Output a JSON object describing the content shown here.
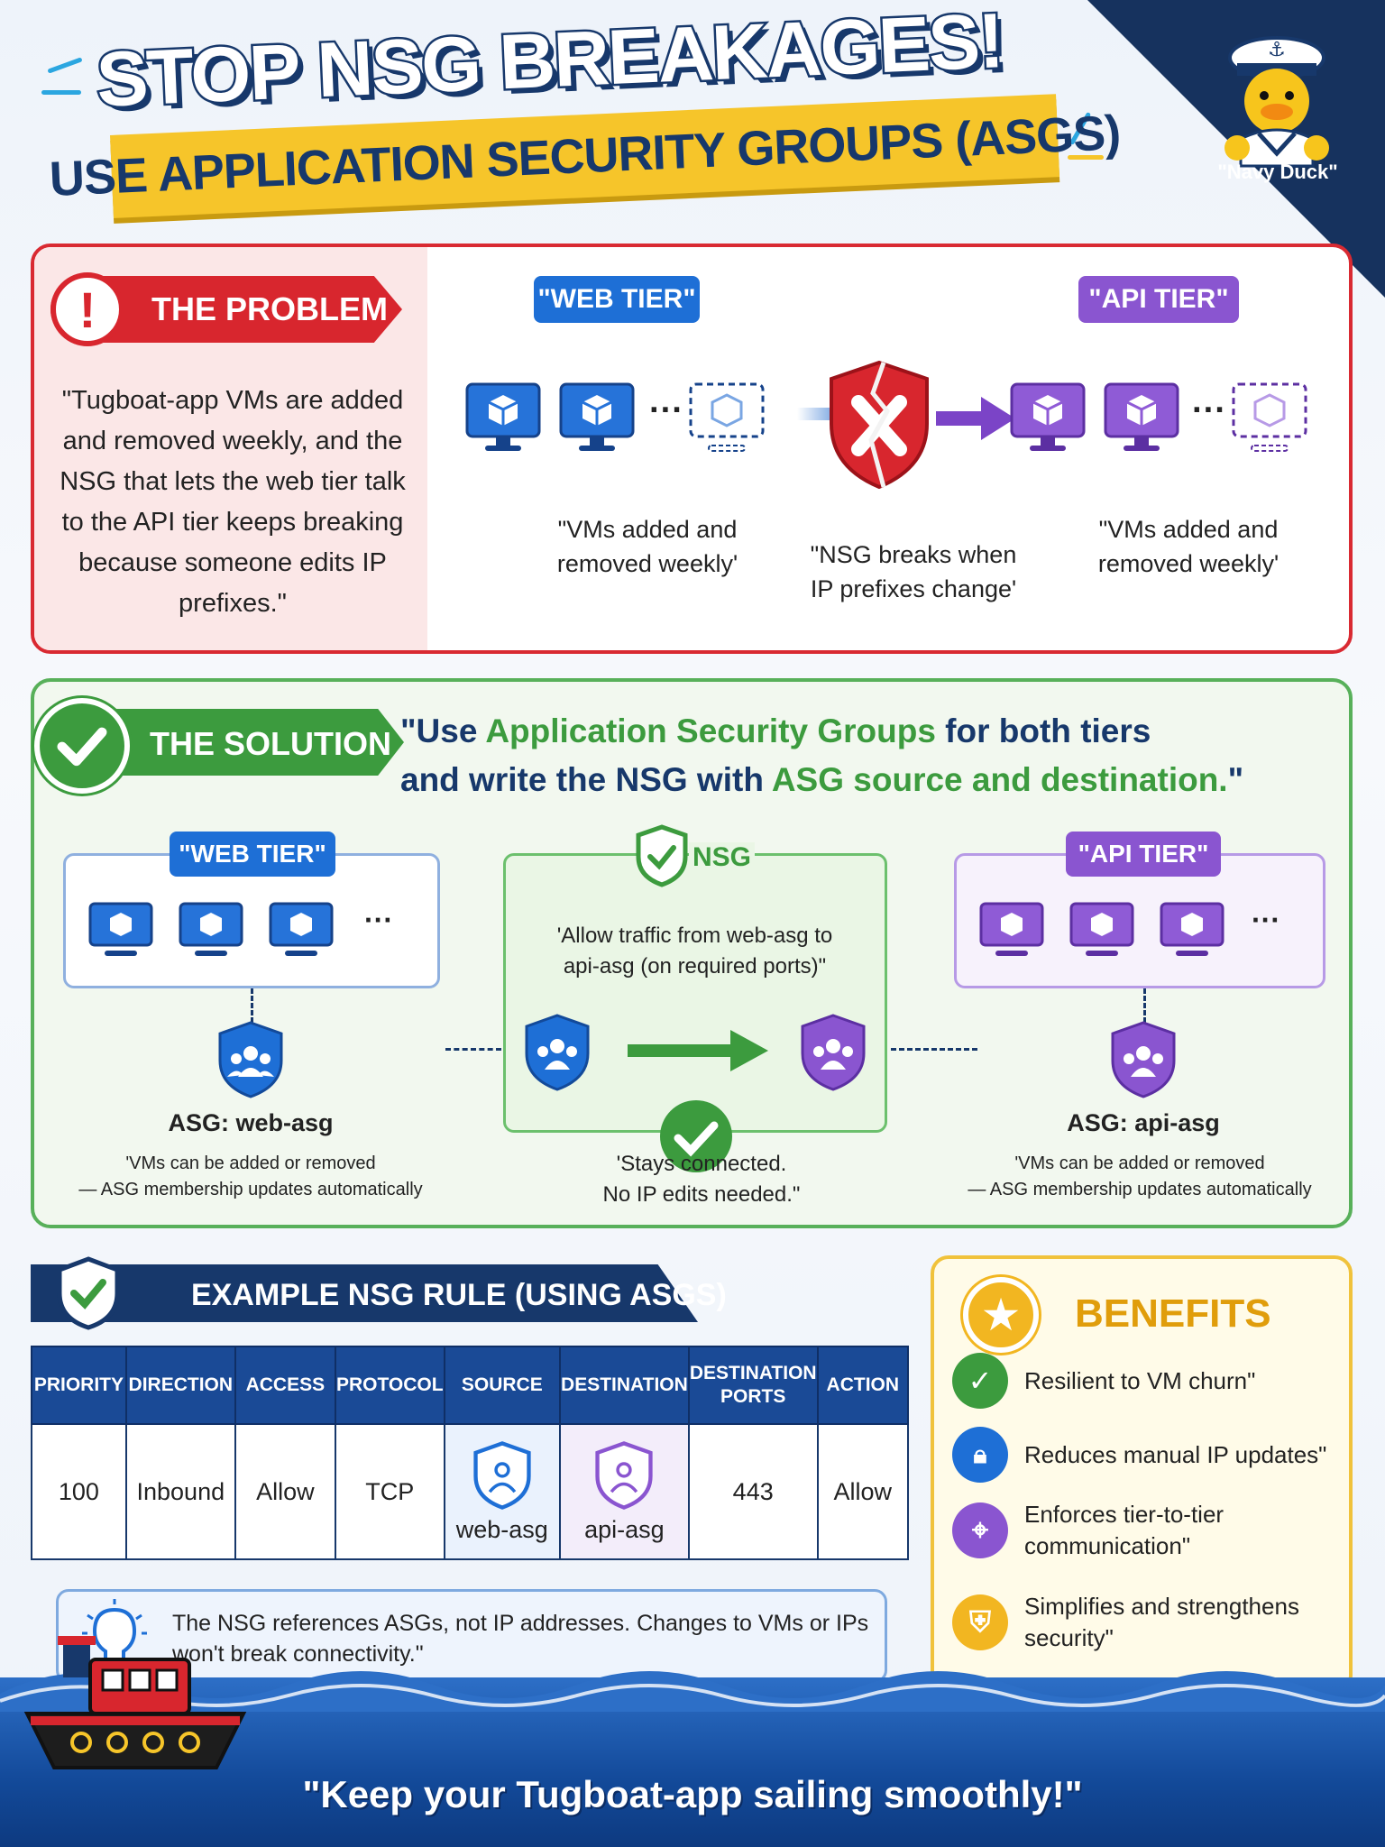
{
  "header": {
    "title": "STOP NSG BREAKAGES!",
    "subtitle": "USE APPLICATION SECURITY GROUPS (ASGS)",
    "mascot_name": "\"Navy Duck\""
  },
  "problem": {
    "label": "THE PROBLEM",
    "quote": "\"Tugboat-app VMs are added and removed weekly, and the NSG that lets the web tier talk to the API tier keeps breaking because someone edits IP prefixes.\"",
    "web_tier": "\"WEB TIER\"",
    "api_tier": "\"API TIER\"",
    "web_caption": "\"VMs added and removed weekly'",
    "nsg_caption": "\"NSG breaks when IP prefixes change'",
    "api_caption": "\"VMs added and removed weekly'"
  },
  "solution": {
    "label": "THE SOLUTION",
    "quote_p1": "\"Use ",
    "quote_g1": "Application Security Groups",
    "quote_p2": " for both tiers",
    "quote_p3": "and write the NSG with ",
    "quote_g2": "ASG source and destination.",
    "quote_p4": "\"",
    "web_tier": "\"WEB TIER\"",
    "api_tier": "\"API TIER\"",
    "web_asg": "ASG: web-asg",
    "api_asg": "ASG: api-asg",
    "asg_note_1": "'VMs can be added or removed",
    "asg_note_2": "— ASG membership updates automatically",
    "nsg_label": "NSG",
    "nsg_text": "'Allow traffic from web-asg to api-asg (on required ports)\"",
    "stays_1": "'Stays connected.",
    "stays_2": "No IP edits needed.\""
  },
  "rule": {
    "title": "EXAMPLE NSG RULE (USING ASGS)",
    "headers": [
      "PRIORITY",
      "DIRECTION",
      "ACCESS",
      "PROTOCOL",
      "SOURCE",
      "DESTINATION",
      "DESTINATION PORTS",
      "ACTION"
    ],
    "row": [
      "100",
      "Inbound",
      "Allow",
      "TCP",
      "web-asg",
      "api-asg",
      "443",
      "Allow"
    ],
    "tip": "The NSG references ASGs, not IP addresses. Changes to VMs or IPs won't break connectivity.\""
  },
  "benefits": {
    "title": "BENEFITS",
    "items": [
      "Resilient to VM churn\"",
      "Reduces manual IP updates\"",
      "Enforces tier-to-tier communication\"",
      "Simplifies and strengthens security\""
    ]
  },
  "footer": {
    "text": "\"Keep your Tugboat-app sailing smoothly!\""
  },
  "colors": {
    "navy": "#17386b",
    "red": "#d92a32",
    "green": "#3c9b3e",
    "blue": "#1e6fd6",
    "purple": "#8a55d0",
    "yellow": "#f6c52a"
  }
}
